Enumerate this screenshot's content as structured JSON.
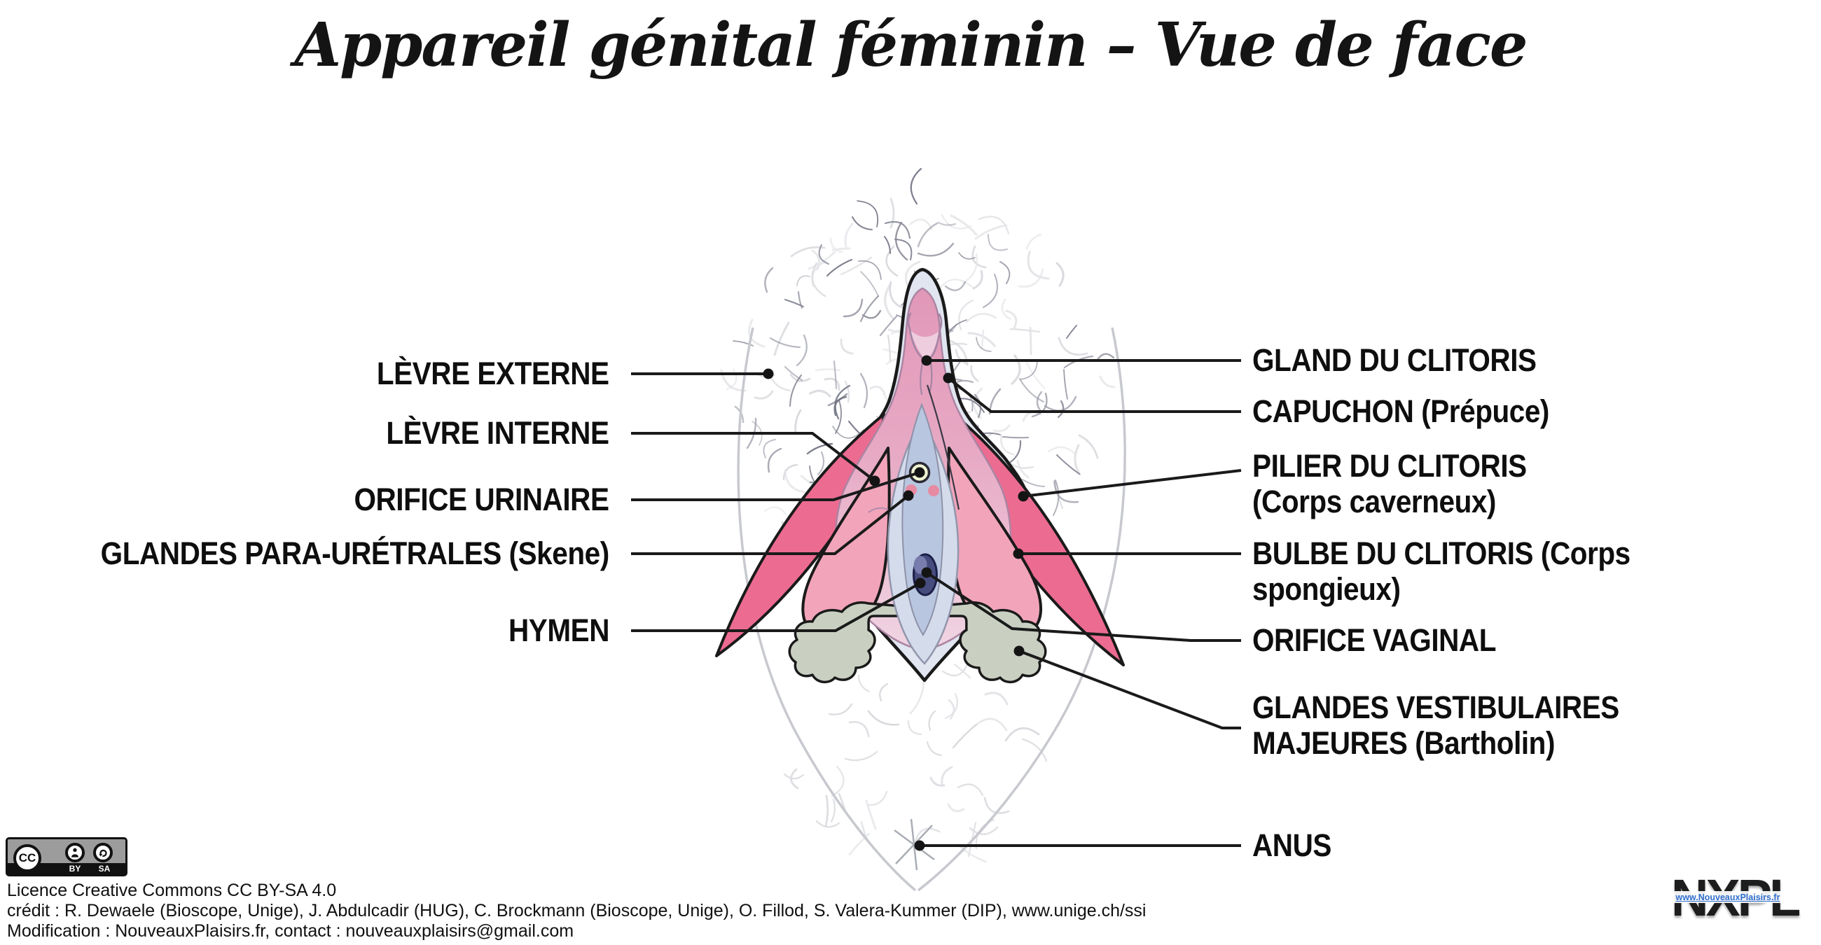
{
  "title": "Appareil génital féminin – Vue de face",
  "labels": {
    "left": [
      {
        "id": "levre-externe",
        "text": "LÈVRE EXTERNE"
      },
      {
        "id": "levre-interne",
        "text": "LÈVRE INTERNE"
      },
      {
        "id": "orifice-urinaire",
        "text": "ORIFICE URINAIRE"
      },
      {
        "id": "glandes-para-uretrales",
        "text": "GLANDES PARA-URÉTRALES (Skene)"
      },
      {
        "id": "hymen",
        "text": "HYMEN"
      }
    ],
    "right": [
      {
        "id": "gland-du-clitoris",
        "text": "GLAND DU CLITORIS"
      },
      {
        "id": "capuchon",
        "text": "CAPUCHON (Prépuce)"
      },
      {
        "id": "pilier-du-clitoris",
        "text": "PILIER DU CLITORIS\n(Corps caverneux)"
      },
      {
        "id": "bulbe-du-clitoris",
        "text": "BULBE DU CLITORIS (Corps\nspongieux)"
      },
      {
        "id": "orifice-vaginal",
        "text": "ORIFICE VAGINAL"
      },
      {
        "id": "glandes-vestibulaires",
        "text": "GLANDES VESTIBULAIRES\nMAJEURES (Bartholin)"
      },
      {
        "id": "anus",
        "text": "ANUS"
      }
    ]
  },
  "footer": {
    "badge": {
      "cc": "CC",
      "by": "BY",
      "sa": "SA"
    },
    "license_lines": [
      "Licence Creative Commons CC BY-SA 4.0",
      "crédit : R. Dewaele (Bioscope, Unige), J. Abdulcadir (HUG), C. Brockmann (Bioscope, Unige), O. Fillod, S. Valera-Kummer (DIP), www.unige.ch/ssi",
      "Modification : NouveauxPlaisirs.fr, contact : nouveauxplaisirs@gmail.com"
    ]
  },
  "logo": {
    "acronym": "NXPL",
    "url": "www.NouveauxPlaisirs.fr"
  },
  "colors": {
    "crus": "#ec6b91",
    "bulb": "#f2a4ba",
    "bartholin_gland": "#c9d0c2",
    "vulva_outer": "#e0e5f0",
    "inner_pink": "#e7a9c4",
    "vestibule": "#b9c6df",
    "vaginal_orifice": "#474c7e",
    "urinary_orifice": "#f0f4d3",
    "callout": "#1a1a1a"
  }
}
